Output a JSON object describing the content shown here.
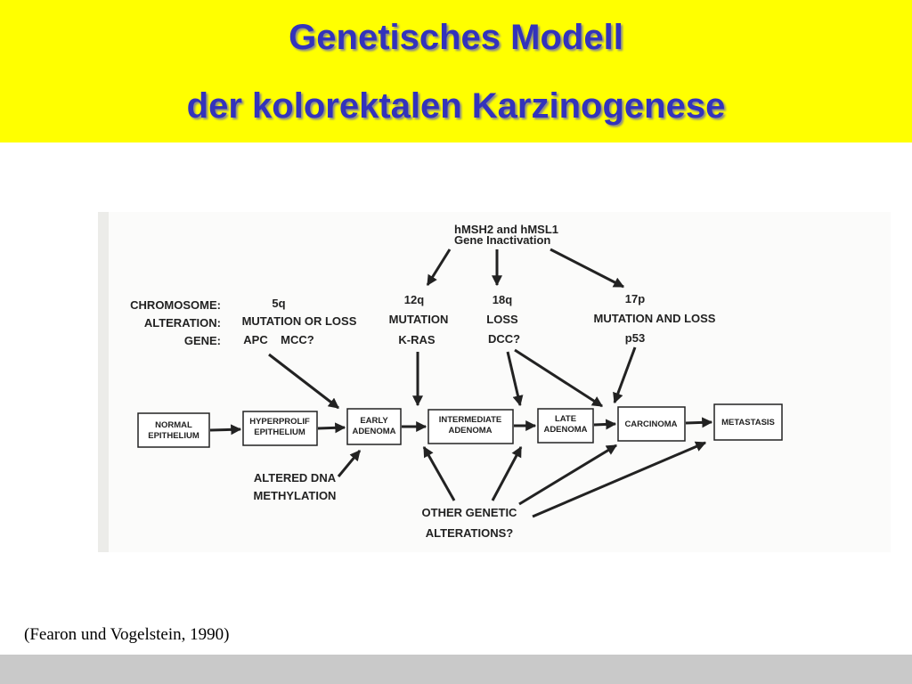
{
  "slide": {
    "title_line1": "Genetisches Modell",
    "title_line2": "der kolorektalen Karzinogenese",
    "citation": "(Fearon und Vogelstein, 1990)",
    "colors": {
      "title_bar": "#ffff00",
      "title_text": "#3333bb",
      "footer_bar": "#c9c9c9"
    }
  },
  "diagram": {
    "legend": {
      "chromosome": "CHROMOSOME:",
      "alteration": "ALTERATION:",
      "gene": "GENE:"
    },
    "top_input": {
      "line1": "hMSH2 and hMSL1",
      "line2": "Gene Inactivation"
    },
    "loci": {
      "chr5q": {
        "chromosome": "5q",
        "alteration": "MUTATION OR LOSS",
        "gene": "APC    MCC?"
      },
      "chr12q": {
        "chromosome": "12q",
        "alteration": "MUTATION",
        "gene": "K-RAS"
      },
      "chr18q": {
        "chromosome": "18q",
        "alteration": "LOSS",
        "gene": "DCC?"
      },
      "chr17p": {
        "chromosome": "17p",
        "alteration": "MUTATION AND LOSS",
        "gene": "p53"
      }
    },
    "stages": {
      "normal": {
        "line1": "NORMAL",
        "line2": "EPITHELIUM"
      },
      "hyperprolif": {
        "line1": "HYPERPROLIF",
        "line2": "EPITHELIUM"
      },
      "early_adenoma": {
        "line1": "EARLY",
        "line2": "ADENOMA"
      },
      "intermediate_adenoma": {
        "line1": "INTERMEDIATE",
        "line2": "ADENOMA"
      },
      "late_adenoma": {
        "line1": "LATE",
        "line2": "ADENOMA"
      },
      "carcinoma": {
        "line1": "CARCINOMA"
      },
      "metastasis": {
        "line1": "METASTASIS"
      }
    },
    "dna_methylation": {
      "line1": "ALTERED DNA",
      "line2": "METHYLATION"
    },
    "other_genetic": {
      "line1": "OTHER GENETIC",
      "line2": "ALTERATIONS?"
    }
  }
}
